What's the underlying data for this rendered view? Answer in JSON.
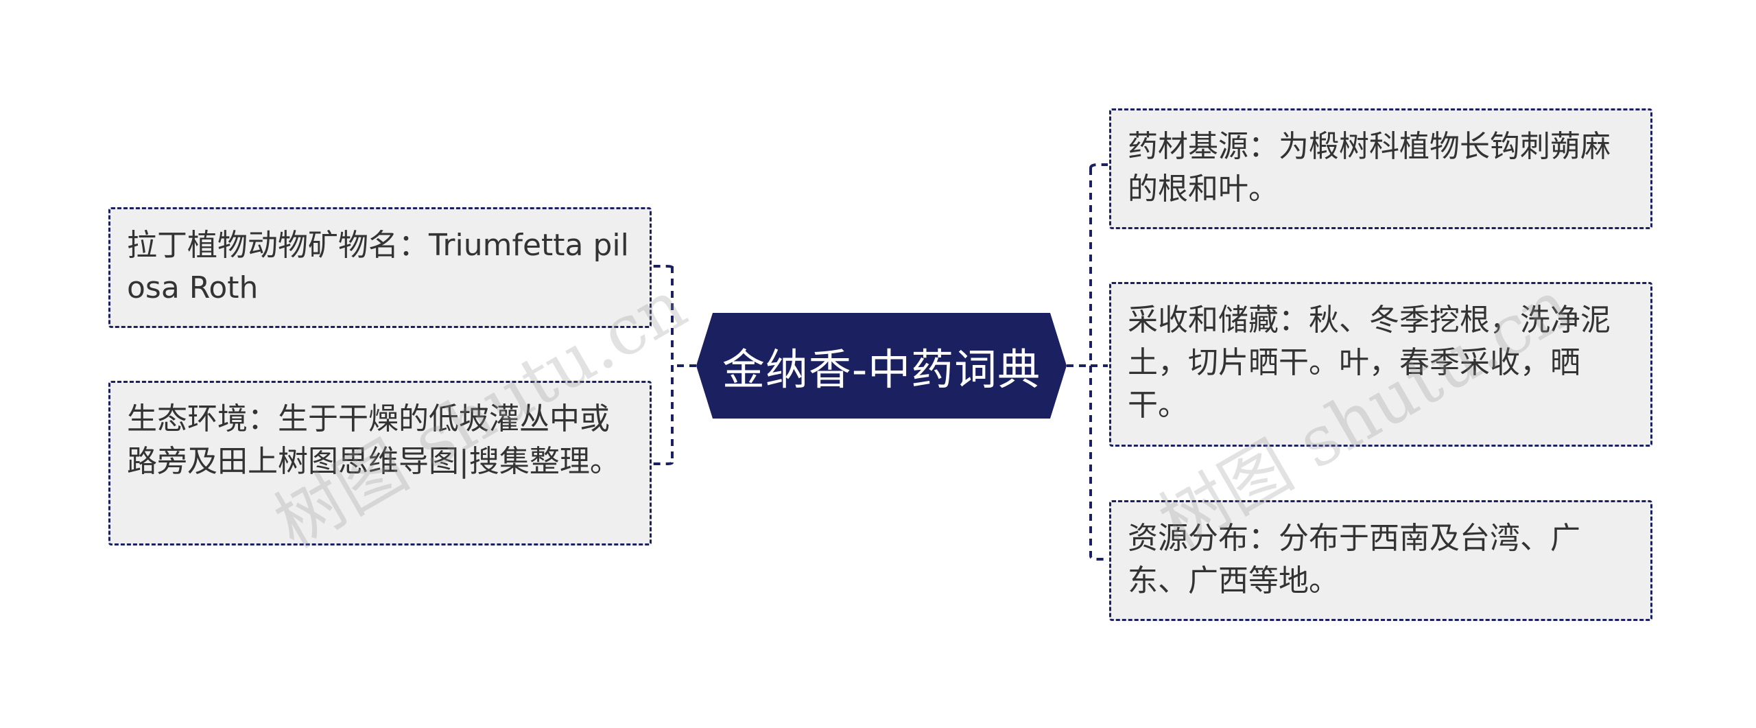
{
  "central": {
    "label": "金纳香-中药词典",
    "fill": "#1b2160",
    "text_color": "#ffffff"
  },
  "left_topics": [
    {
      "text": "拉丁植物动物矿物名：Triumfetta pilosa Roth"
    },
    {
      "text": "生态环境：生于干燥的低坡灌丛中或路旁及田上树图思维导图|搜集整理。"
    }
  ],
  "right_topics": [
    {
      "text": "药材基源：为椴树科植物长钩刺蒴麻的根和叶。"
    },
    {
      "text": "采收和储藏：秋、冬季挖根，洗净泥土，切片晒干。叶，春季采收，晒干。"
    },
    {
      "text": "资源分布：分布于西南及台湾、广东、广西等地。"
    }
  ],
  "colors": {
    "accent": "#1b2160",
    "topic_fill": "#efefef",
    "topic_text": "#333333"
  },
  "watermark": {
    "text": "树图 shutu.cn"
  }
}
